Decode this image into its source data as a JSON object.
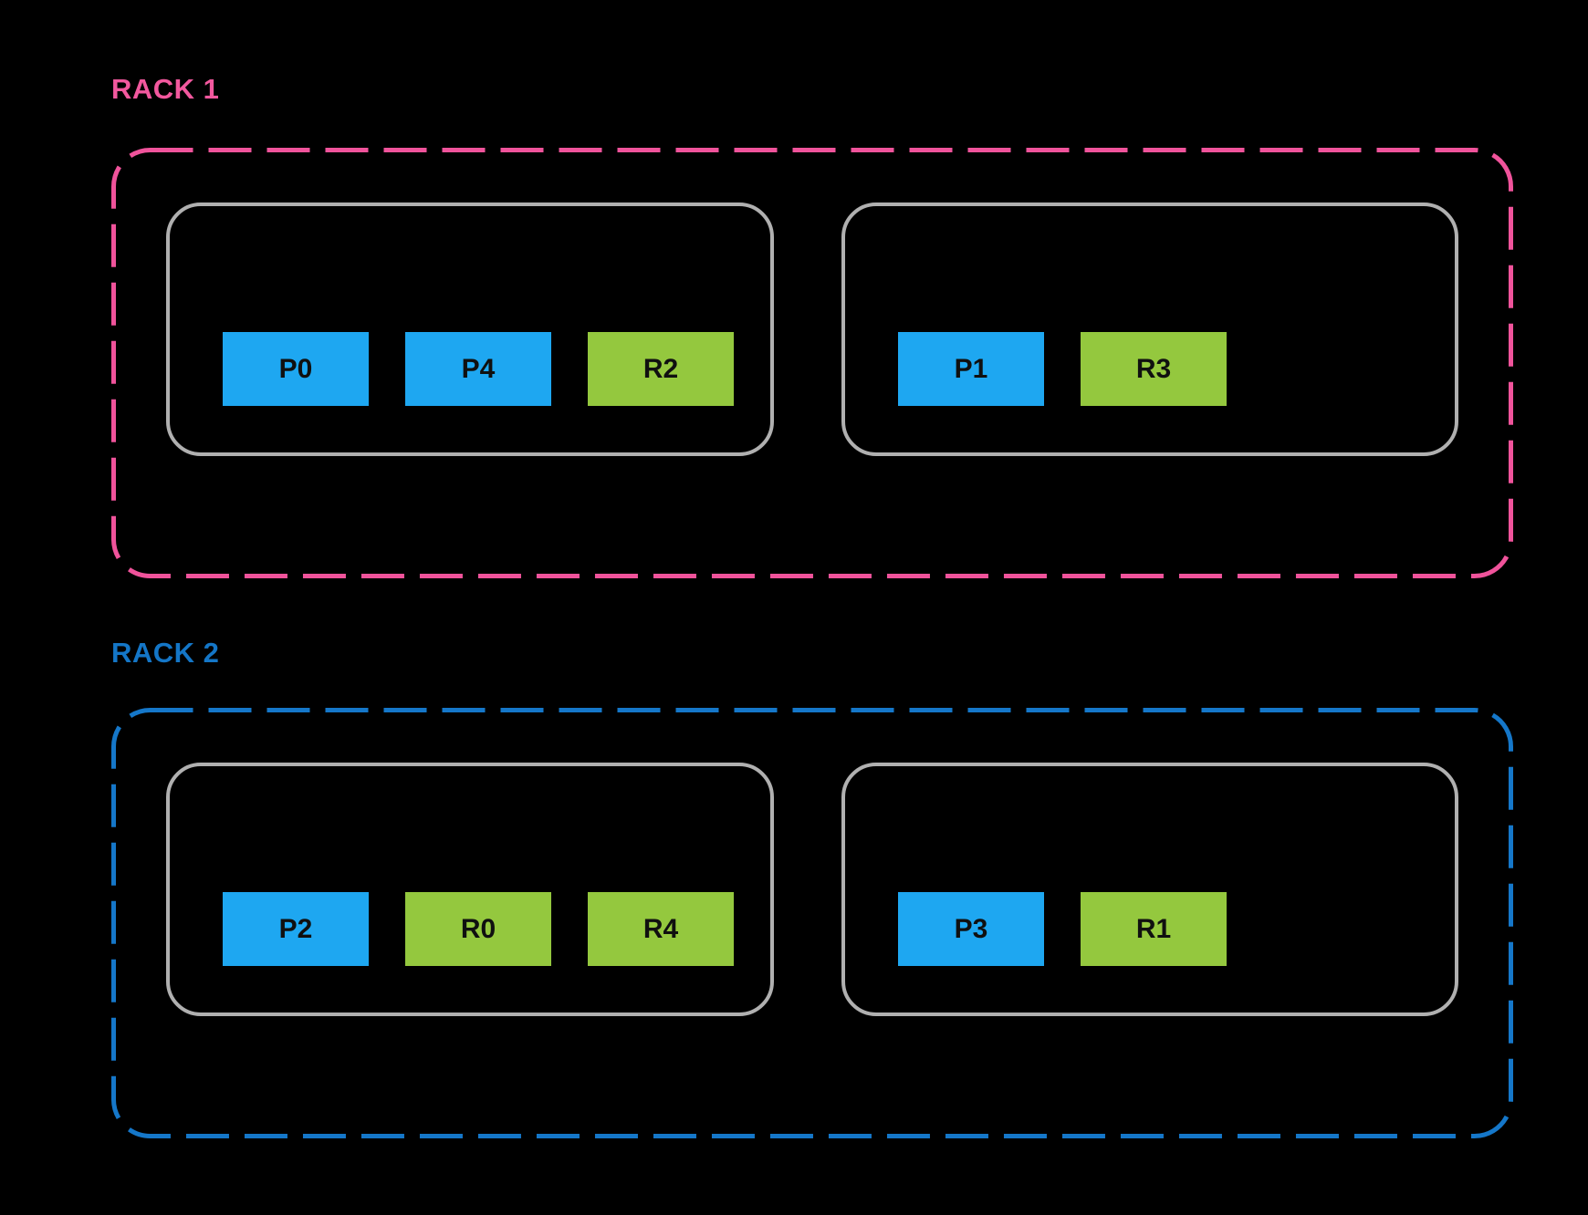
{
  "colors": {
    "background": "#000000",
    "primary_chip_fill": "#1EA7F1",
    "replica_chip_fill": "#94C83E",
    "node_border": "#B0B0B0",
    "chip_text": "#101010",
    "rack1_accent": "#F2589E",
    "rack2_accent": "#1476C7"
  },
  "racks": [
    {
      "label": "RACK 1",
      "accent": "#F0539B",
      "nodes": [
        {
          "chips": [
            {
              "label": "P0",
              "type": "primary"
            },
            {
              "label": "P4",
              "type": "primary"
            },
            {
              "label": "R2",
              "type": "replica"
            }
          ]
        },
        {
          "chips": [
            {
              "label": "P1",
              "type": "primary"
            },
            {
              "label": "R3",
              "type": "replica"
            }
          ]
        }
      ]
    },
    {
      "label": "RACK 2",
      "accent": "#1577C9",
      "nodes": [
        {
          "chips": [
            {
              "label": "P2",
              "type": "primary"
            },
            {
              "label": "R0",
              "type": "replica"
            },
            {
              "label": "R4",
              "type": "replica"
            }
          ]
        },
        {
          "chips": [
            {
              "label": "P3",
              "type": "primary"
            },
            {
              "label": "R1",
              "type": "replica"
            }
          ]
        }
      ]
    }
  ]
}
